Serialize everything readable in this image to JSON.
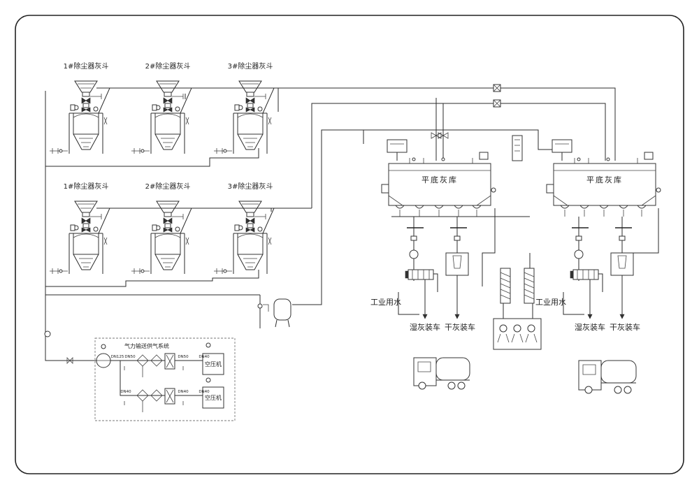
{
  "hoppers": [
    {
      "label": "1#除尘器灰斗"
    },
    {
      "label": "2#除尘器灰斗"
    },
    {
      "label": "3#除尘器灰斗"
    },
    {
      "label": "1#除尘器灰斗"
    },
    {
      "label": "2#除尘器灰斗"
    },
    {
      "label": "3#除尘器灰斗"
    }
  ],
  "silos": [
    {
      "label": "平底灰库",
      "wet_label": "湿灰装车",
      "dry_label": "干灰装车",
      "water_label": "工业用水"
    },
    {
      "label": "平底灰库",
      "wet_label": "湿灰装车",
      "dry_label": "干灰装车",
      "water_label": "工业用水"
    }
  ],
  "air_supply": {
    "title": "气力输送供气系统",
    "compressor_labels": [
      "空压机",
      "空压机"
    ],
    "pipe_tags": [
      "DN125",
      "DN50",
      "DN50",
      "DN40",
      "DN40",
      "DN40",
      "DN40"
    ]
  }
}
